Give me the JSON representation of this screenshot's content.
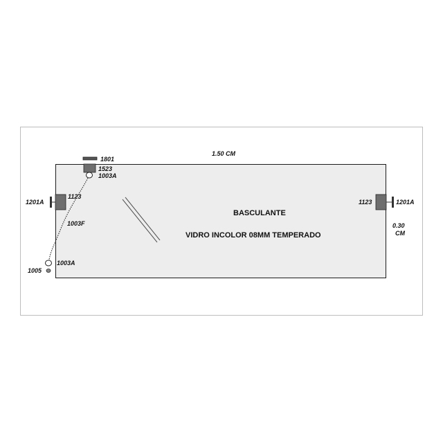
{
  "diagram": {
    "width_label": "1.50 CM",
    "height_label_line1": "0.30",
    "height_label_line2": "CM",
    "title": "BASCULANTE",
    "subtitle": "VIDRO INCOLOR 08MM TEMPERADO",
    "parts": {
      "top_bar": "1801",
      "top_bracket": "1523",
      "top_ring": "1003A",
      "left_hinge": "1123",
      "left_clip": "1201A",
      "right_hinge": "1123",
      "right_clip": "1201A",
      "cable": "1003F",
      "bottom_ring": "1003A",
      "bottom_anchor": "1005"
    }
  },
  "colors": {
    "panel_fill": "#ededed",
    "outline": "#1a1a1a",
    "hardware": "#6e6e6e",
    "frame_border": "#bdbdbd"
  }
}
